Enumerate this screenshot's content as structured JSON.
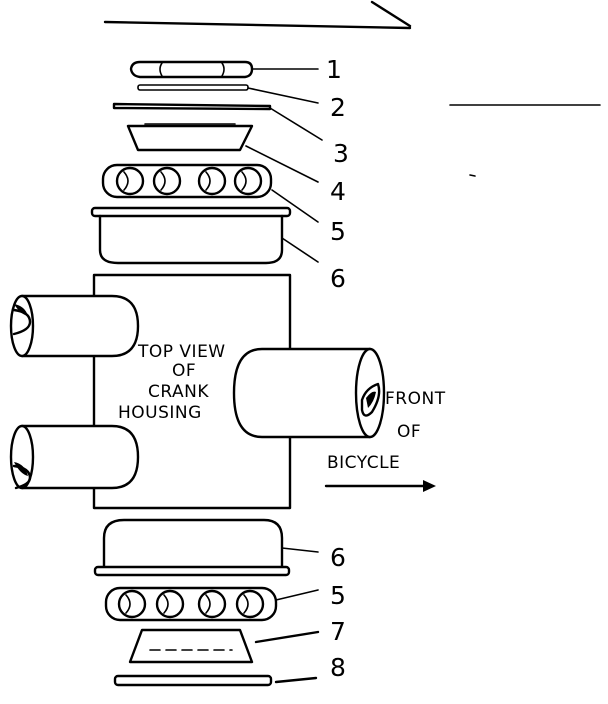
{
  "labels": {
    "housing_line1": "TOP VIEW",
    "housing_line2": "OF",
    "housing_line3": "CRANK",
    "housing_line4": "HOUSING",
    "front_line1": "FRONT",
    "front_line2": "OF",
    "front_line3": "BICYCLE"
  },
  "callouts": {
    "upper": [
      "1",
      "2",
      "3",
      "4",
      "5",
      "6"
    ],
    "lower": [
      "6",
      "5",
      "7",
      "8"
    ]
  }
}
